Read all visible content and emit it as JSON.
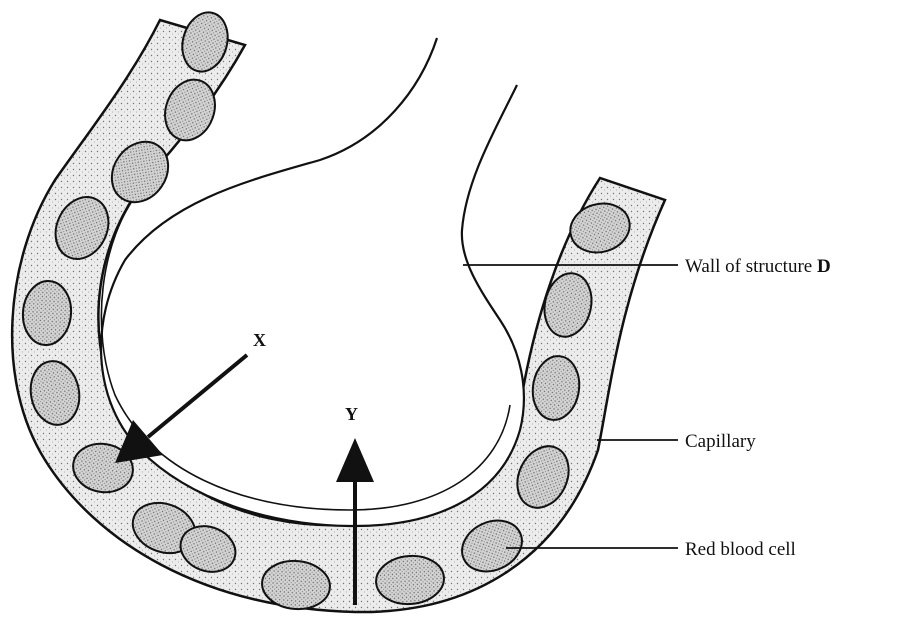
{
  "diagram": {
    "colors": {
      "ink": "#111111",
      "capillary_fill": "#e9e9e9",
      "cell_fill": "#cfcfcf",
      "background": "#ffffff"
    },
    "labels": {
      "wall_prefix": "Wall of structure ",
      "wall_letter": "D",
      "capillary": "Capillary",
      "red_blood_cell": "Red blood cell"
    },
    "markers": {
      "x": "X",
      "y": "Y"
    }
  }
}
